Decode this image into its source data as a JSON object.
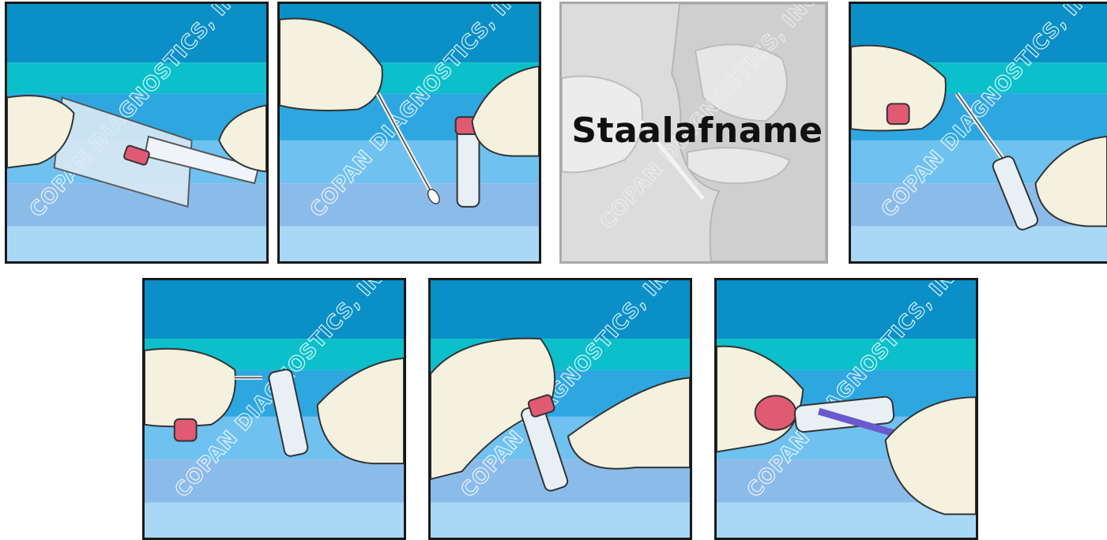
{
  "watermark": "COPAN DIAGNOSTICS, INC.",
  "center_label": "Staalafname",
  "colors": {
    "band_dark": "#0a8fc7",
    "band_cyan": "#0bbfcb",
    "band_mid": "#2ea7e0",
    "band_light": "#6fc1f0",
    "band_pale": "#8bbbe9",
    "band_bottom": "#a8d8f5",
    "glove": "#f4f1df",
    "cap": "#e05a72"
  },
  "panels": [
    {
      "step": 1,
      "content": "opening swab package"
    },
    {
      "step": 2,
      "content": "swab and transport tube"
    },
    {
      "step": 3,
      "content": "sample collection cross-section"
    },
    {
      "step": 4,
      "content": "removing tube cap"
    },
    {
      "step": 5,
      "content": "breaking swab shaft"
    },
    {
      "step": 6,
      "content": "recapping tube"
    },
    {
      "step": 7,
      "content": "labeling tube"
    }
  ]
}
